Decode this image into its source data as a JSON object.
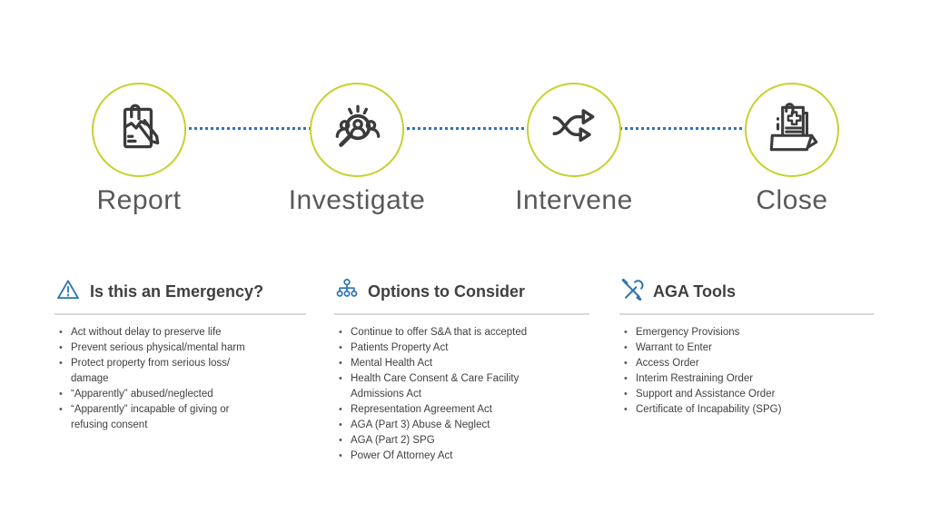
{
  "slide": {
    "background": "#ffffff"
  },
  "colors": {
    "accent_blue": "#2e74b5",
    "ring_green": "#c5d22f",
    "heading_gray": "#404040",
    "body_gray": "#3f3f3f",
    "label_gray": "#595959",
    "divider_gray": "#d9d9d9"
  },
  "process": {
    "connector_style": "dotted",
    "steps": [
      {
        "label": "Report",
        "icon": "report-clipboard-pen-icon"
      },
      {
        "label": "Investigate",
        "icon": "investigate-magnifier-people-icon"
      },
      {
        "label": "Intervene",
        "icon": "intervene-shuffle-arrows-icon"
      },
      {
        "label": "Close",
        "icon": "close-folder-document-icon"
      }
    ]
  },
  "columns": [
    {
      "icon": "warning-triangle-icon",
      "title": "Is this an Emergency?",
      "items": [
        [
          "Act without delay to preserve life"
        ],
        [
          "Prevent serious physical/mental harm"
        ],
        [
          "Protect property from serious loss/",
          "damage"
        ],
        [
          "“Apparently” abused/neglected"
        ],
        [
          "“Apparently” incapable of giving or",
          "refusing consent"
        ]
      ]
    },
    {
      "icon": "org-chart-icon",
      "title": "Options to Consider",
      "items": [
        [
          "Continue to offer S&A that is accepted"
        ],
        [
          "Patients Property Act"
        ],
        [
          "Mental Health Act"
        ],
        [
          "Health Care Consent & Care Facility",
          "Admissions Act"
        ],
        [
          "Representation Agreement Act"
        ],
        [
          "AGA (Part 3) Abuse & Neglect"
        ],
        [
          "AGA (Part 2) SPG"
        ],
        [
          "Power Of Attorney Act"
        ]
      ]
    },
    {
      "icon": "crossed-tools-icon",
      "title": "AGA Tools",
      "items": [
        [
          "Emergency Provisions"
        ],
        [
          "Warrant to Enter"
        ],
        [
          "Access Order"
        ],
        [
          "Interim Restraining Order"
        ],
        [
          "Support and Assistance Order"
        ],
        [
          "Certificate of Incapability (SPG)"
        ]
      ]
    }
  ]
}
